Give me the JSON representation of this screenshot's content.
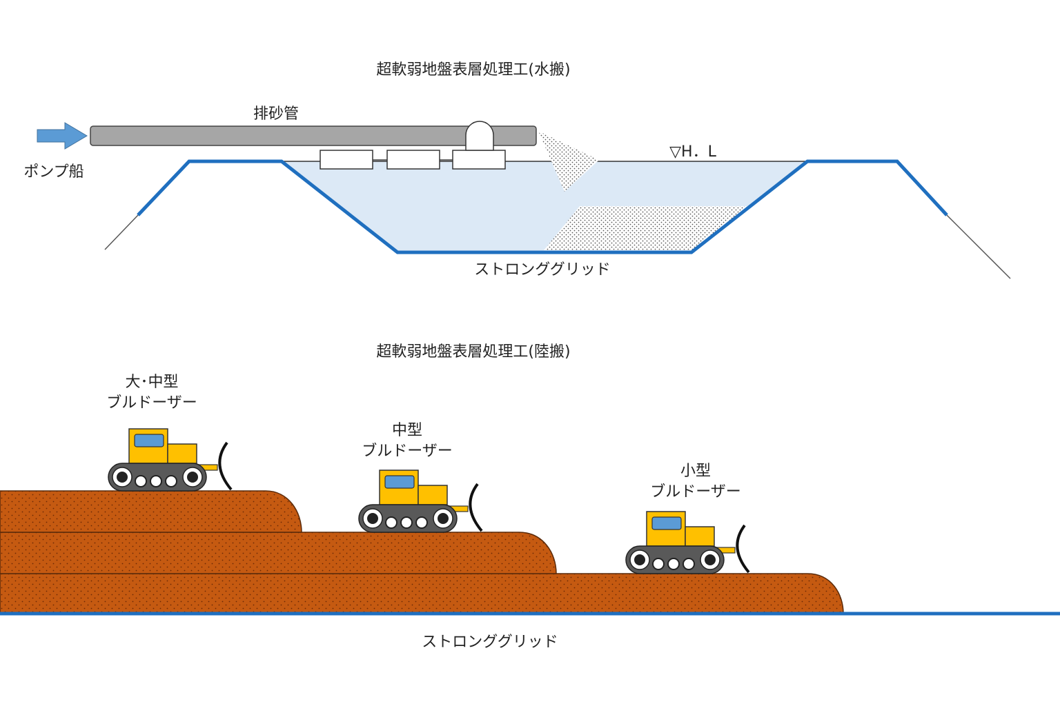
{
  "water_section": {
    "title": "超軟弱地盤表層処理工(水搬)",
    "pipe_label": "排砂管",
    "pump_label": "ポンプ船",
    "water_level_label": "▽H．L",
    "grid_label": "ストロンググリッド"
  },
  "land_section": {
    "title": "超軟弱地盤表層処理工(陸搬)",
    "bulldozers": [
      {
        "size_label": "大･中型",
        "type_label": "ブルドーザー"
      },
      {
        "size_label": "中型",
        "type_label": "ブルドーザー"
      },
      {
        "size_label": "小型",
        "type_label": "ブルドーザー"
      }
    ],
    "grid_label": "ストロンググリッド"
  },
  "colors": {
    "grid_blue": "#1f6fbf",
    "water_fill": "#dce9f6",
    "pipe_gray": "#a6a6a6",
    "arrow_blue": "#5b9bd5",
    "soil_brown": "#c55a11",
    "dozer_yellow": "#ffc000",
    "dozer_window": "#5b9bd5",
    "track_gray": "#595959"
  }
}
